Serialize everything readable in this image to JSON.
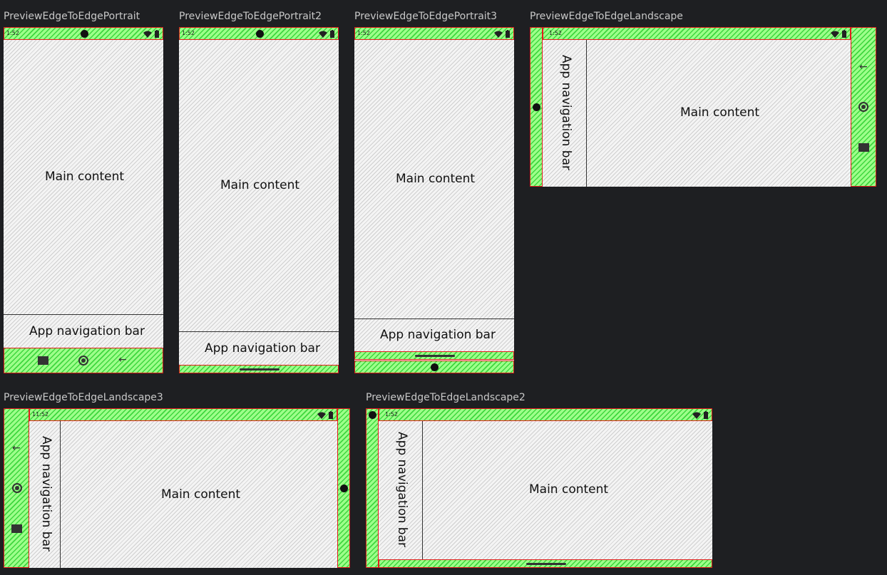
{
  "previews": {
    "p1": "PreviewEdgeToEdgePortrait",
    "p2": "PreviewEdgeToEdgePortrait2",
    "p3": "PreviewEdgeToEdgePortrait3",
    "l1": "PreviewEdgeToEdgeLandscape",
    "l3": "PreviewEdgeToEdgeLandscape3",
    "l2": "PreviewEdgeToEdgeLandscape2"
  },
  "labels": {
    "main": "Main content",
    "appnav": "App navigation bar"
  },
  "status": {
    "clock_1": "1:52",
    "clock_2": "11:52",
    "clock_3": "1:52"
  },
  "icons": {
    "nav_back": "back-arrow-icon",
    "nav_home": "home-circle-icon",
    "nav_recents": "recents-square-icon",
    "wifi": "wifi-icon",
    "battery": "battery-icon",
    "camera": "camera-cutout-icon",
    "gesture": "gesture-handle-icon"
  },
  "colors": {
    "background": "#1e1f22",
    "inset_fill": "#9dff8a",
    "inset_border": "#e31c1c",
    "content": "#f4f4f4"
  }
}
